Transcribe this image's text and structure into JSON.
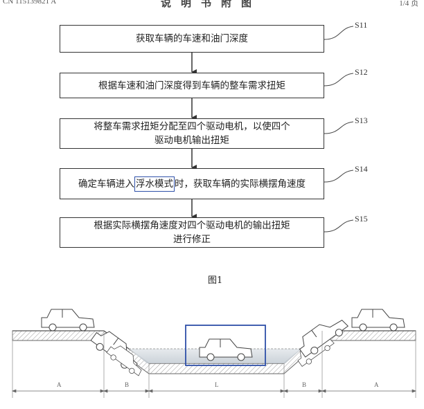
{
  "header": {
    "doc_number": "CN 115139821 A",
    "section_title": "说明书附图",
    "page": "1/4 页"
  },
  "flowchart": {
    "steps": [
      {
        "id": "S11",
        "text": "获取车辆的车速和油门深度"
      },
      {
        "id": "S12",
        "text": "根据车速和油门深度得到车辆的整车需求扭矩"
      },
      {
        "id": "S13",
        "text": "将整车需求扭矩分配至四个驱动电机，以使四个\n驱动电机输出扭矩"
      },
      {
        "id": "S14",
        "text_before": "确定车辆进入",
        "text_highlight": "浮水模式",
        "text_after": "时，获取车辆的实际横摆角速度"
      },
      {
        "id": "S15",
        "text": "根据实际横摆角速度对四个驱动电机的输出扭矩\n进行修正"
      }
    ],
    "figure_label": "图1"
  },
  "scene": {
    "zones": [
      "A",
      "B",
      "L",
      "B",
      "A"
    ],
    "colors": {
      "line": "#555555",
      "highlight": "#2d4fa8",
      "water": "#cfd6dc"
    }
  }
}
